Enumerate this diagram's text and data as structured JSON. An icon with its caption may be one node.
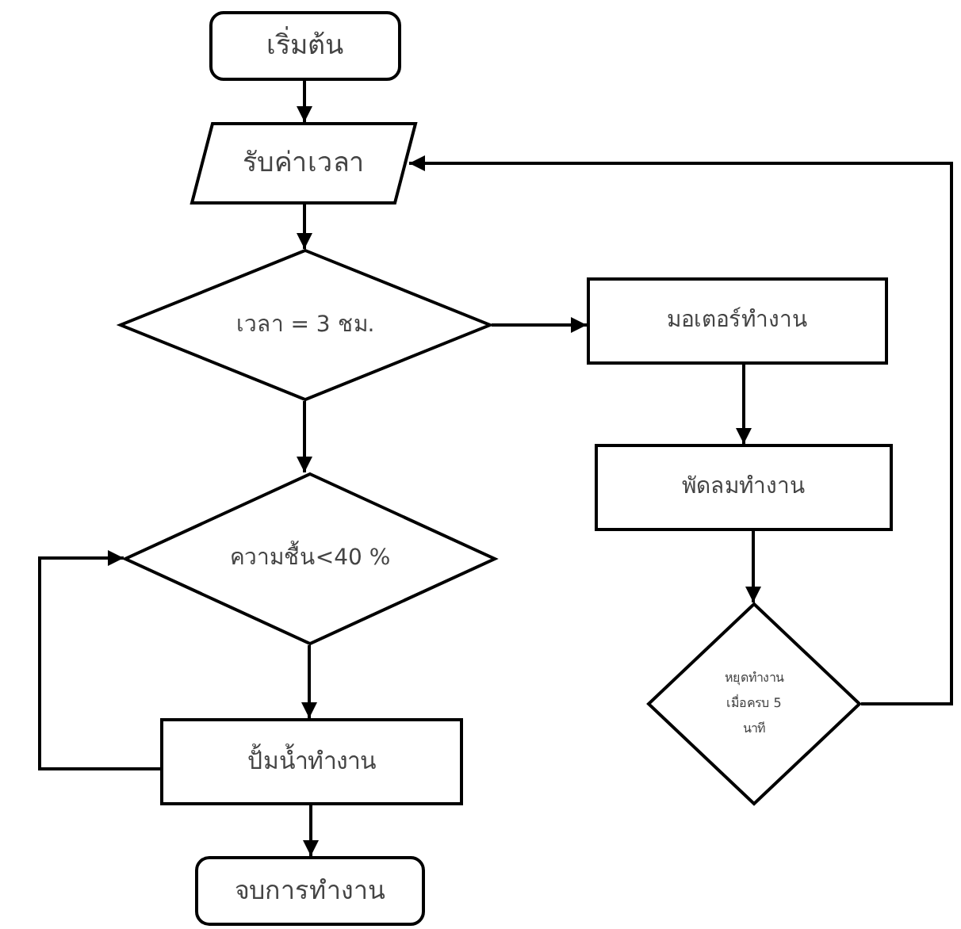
{
  "diagram": {
    "nodes": [
      {
        "text": [
          "เริ่มต้น"
        ]
      },
      {
        "text": [
          "รับค่าเวลา"
        ]
      },
      {
        "text": [
          "เวลา = 3 ชม."
        ]
      },
      {
        "text": [
          "มอเตอร์ทำงาน"
        ]
      },
      {
        "text": [
          "พัดลมทำงาน"
        ]
      },
      {
        "text": [
          "หยุดทำงาน เมื่อครบ 5 นาที"
        ]
      },
      {
        "text": [
          "ความชื้น<40 %"
        ]
      },
      {
        "text": [
          "ปั้มน้ำทำงาน"
        ]
      },
      {
        "text": [
          "จบการทำงาน"
        ]
      }
    ],
    "edges": [
      {
        "from": 0,
        "to": 1,
        "arrow": "to"
      },
      {
        "from": 1,
        "to": 2,
        "arrow": "to"
      },
      {
        "from": 2,
        "to": 3,
        "arrow": "to"
      },
      {
        "from": 3,
        "to": 4,
        "arrow": "to"
      },
      {
        "from": 4,
        "to": 5,
        "arrow": "to"
      },
      {
        "from": 5,
        "to": 1,
        "arrow": "to"
      },
      {
        "from": 2,
        "to": 6,
        "arrow": "to"
      },
      {
        "from": 6,
        "to": 7,
        "arrow": "to"
      },
      {
        "from": 7,
        "to": 6,
        "arrow": "to"
      },
      {
        "from": 7,
        "to": 8,
        "arrow": "to"
      }
    ]
  }
}
